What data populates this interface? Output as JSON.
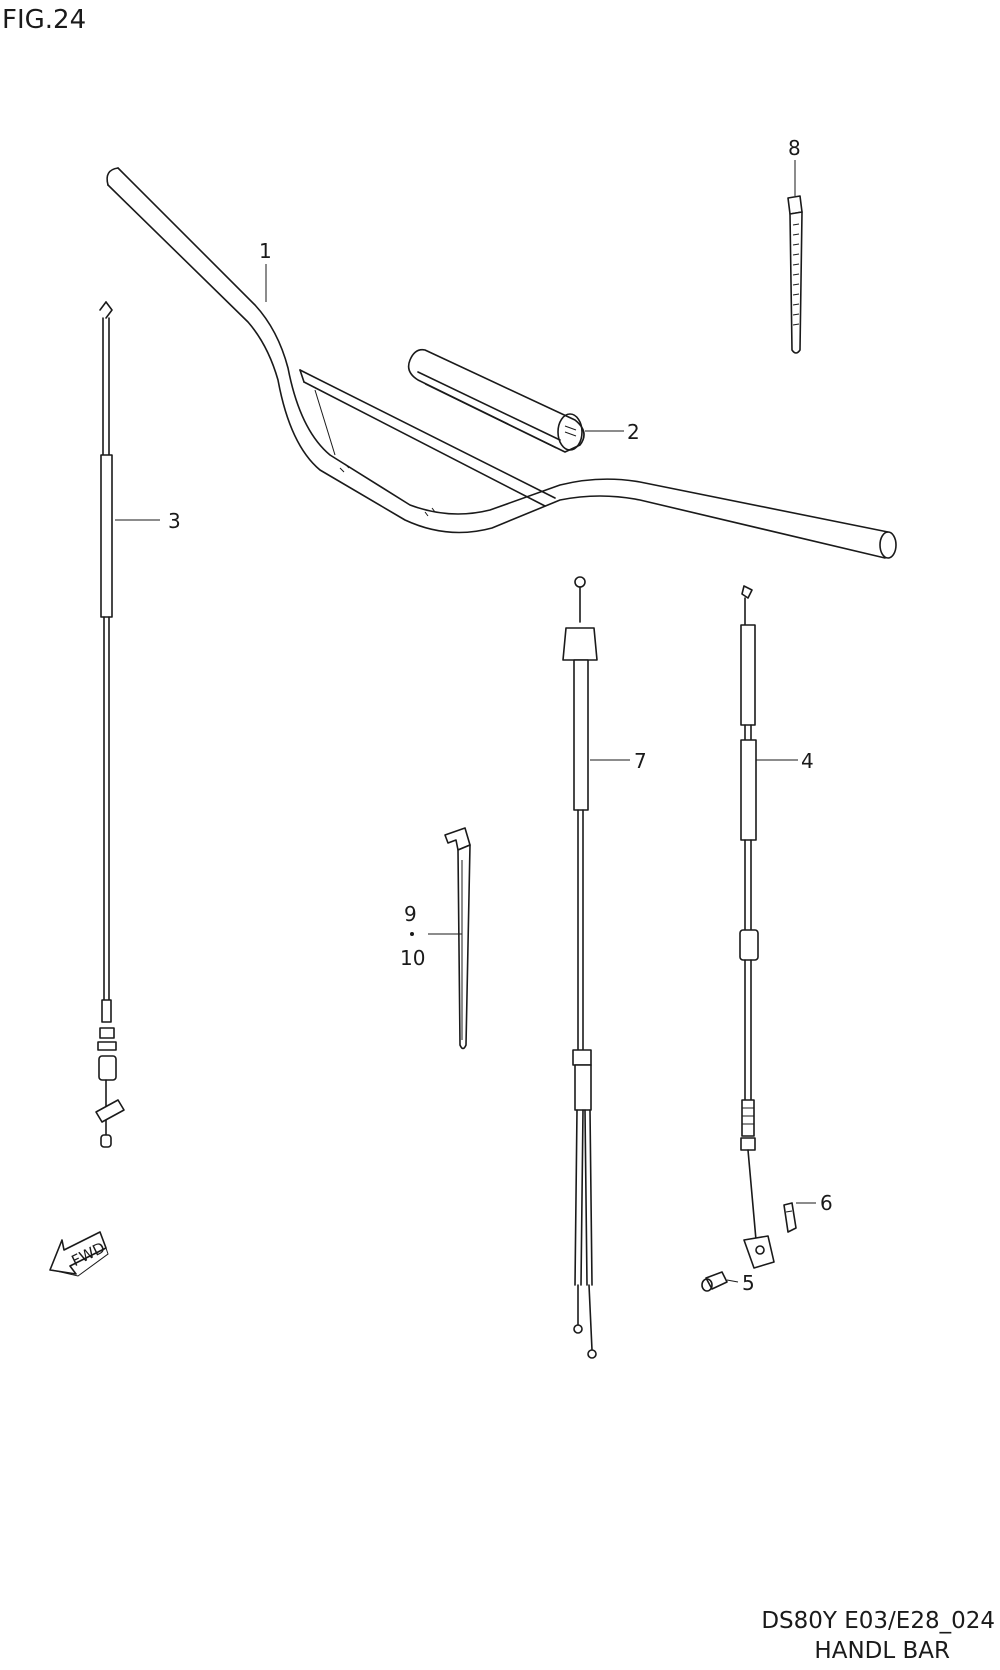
{
  "figure": {
    "number": "FIG.24"
  },
  "footer": {
    "model_code": "DS80Y E03/E28_024",
    "title": "HANDL BAR"
  },
  "fwd_arrow": {
    "label": "FWD",
    "icon": "fwd-arrow-icon"
  },
  "callouts": [
    {
      "key": "1",
      "label": "1"
    },
    {
      "key": "2",
      "label": "2"
    },
    {
      "key": "3",
      "label": "3"
    },
    {
      "key": "4",
      "label": "4"
    },
    {
      "key": "5",
      "label": "5"
    },
    {
      "key": "6",
      "label": "6"
    },
    {
      "key": "7",
      "label": "7"
    },
    {
      "key": "8",
      "label": "8"
    },
    {
      "key": "9",
      "label": "9"
    },
    {
      "key": "10",
      "label": "10"
    }
  ],
  "colors": {
    "ink": "#1a1a1a",
    "paper": "#ffffff"
  }
}
